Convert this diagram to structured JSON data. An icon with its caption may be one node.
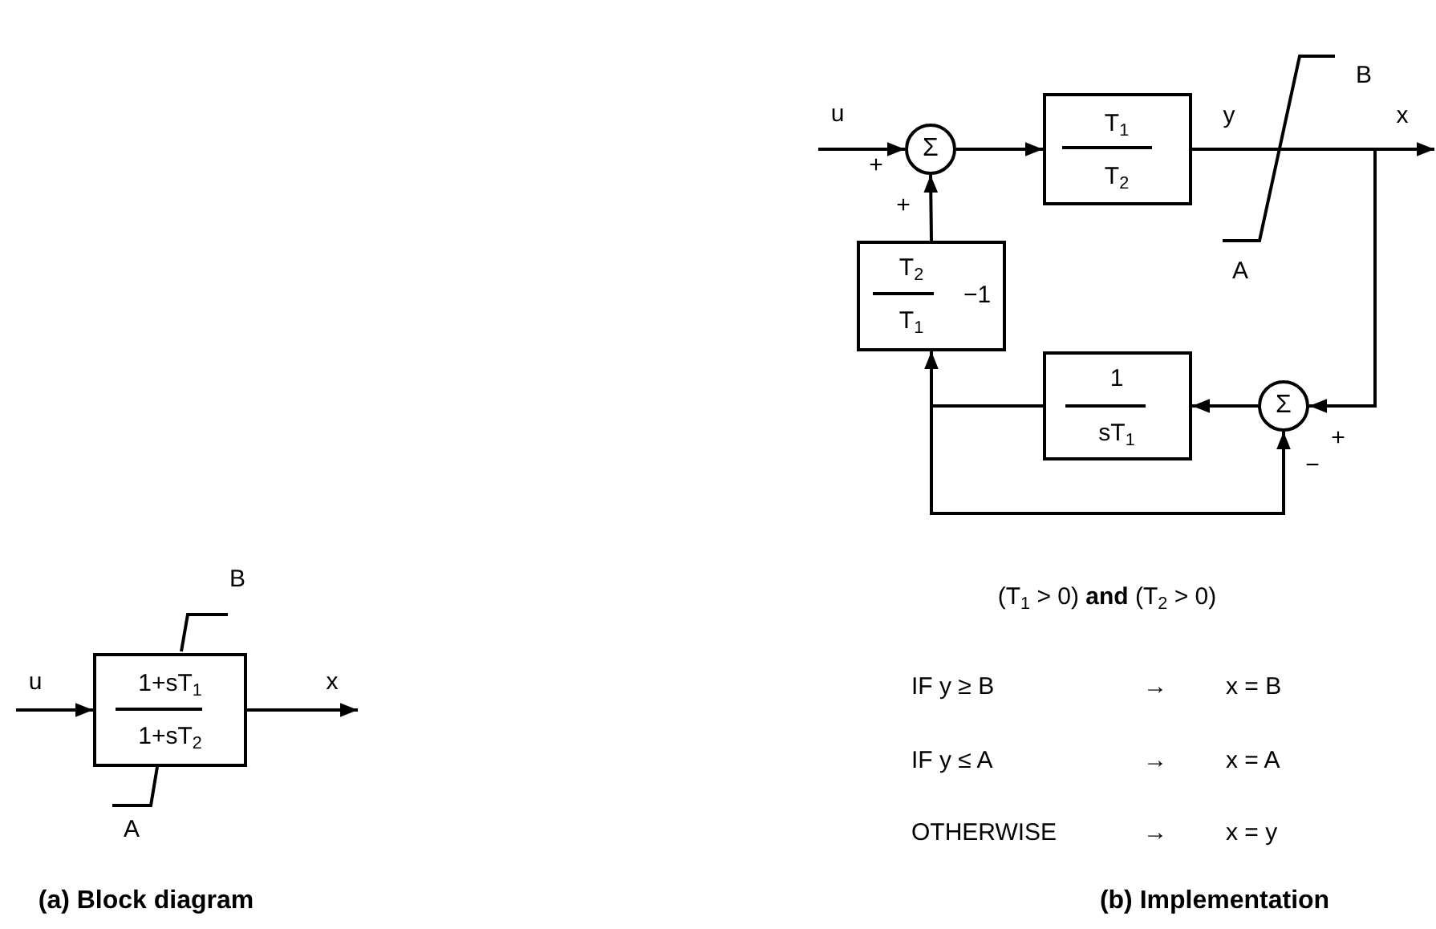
{
  "diagram": {
    "nodes": [
      {
        "text": [
          "1+sT$_{1}$",
          "1+sT$_{2}$"
        ]
      },
      {
        "text": [
          "Σ"
        ]
      },
      {
        "text": [
          "T$_{1}$",
          "T$_{2}$"
        ]
      },
      {
        "text": [
          "T$_{2}$",
          "T$_{1}$",
          "−1"
        ]
      },
      {
        "text": [
          "1",
          "sT$_{1}$"
        ]
      },
      {
        "text": [
          "Σ"
        ]
      }
    ],
    "edges": [
      {
        "from": null,
        "to": 0,
        "arrow": "to"
      },
      {
        "from": 0,
        "to": null,
        "arrow": "to"
      },
      {
        "from": null,
        "to": 1,
        "arrow": "to"
      },
      {
        "from": 1,
        "to": 2,
        "arrow": "to"
      },
      {
        "from": 2,
        "to": null,
        "arrow": "to"
      },
      {
        "from": 2,
        "to": 5,
        "arrow": "to"
      },
      {
        "from": 5,
        "to": 4,
        "arrow": "to"
      },
      {
        "from": 4,
        "to": 3,
        "arrow": "to"
      },
      {
        "from": 4,
        "to": 5,
        "arrow": "to"
      },
      {
        "from": 3,
        "to": 1,
        "arrow": "to"
      }
    ],
    "labels": [
      "B",
      "u",
      "y",
      "x",
      "+",
      "+",
      "A",
      "+",
      "−",
      "(T$_{1}$ > 0) **and** (T$_{2}$ > 0)",
      "B",
      "u",
      "x",
      "IF y ≥ B",
      "→",
      "x = B",
      "A",
      "IF y ≤ A",
      "→",
      "x = A",
      "OTHERWISE",
      "→",
      "x = y",
      "(a) Block diagram",
      "(b) Implementation"
    ]
  }
}
